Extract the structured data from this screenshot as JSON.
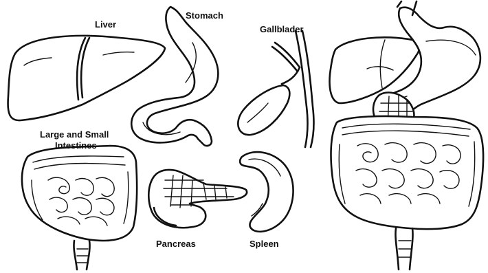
{
  "labels": {
    "liver": "Liver",
    "stomach": "Stomach",
    "gallbladder": "Gallblader",
    "intestines_line1": "Large and Small",
    "intestines_line2": "Intestines",
    "pancreas": "Pancreas",
    "spleen": "Spleen"
  },
  "colors": {
    "line": "#111111",
    "background": "#ffffff"
  }
}
